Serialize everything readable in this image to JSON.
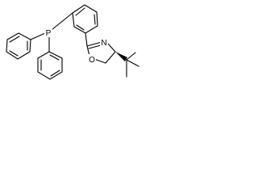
{
  "molecule": {
    "atoms": {
      "phosphorus": "P",
      "nitrogen": "N",
      "oxygen": "O"
    },
    "colors": {
      "background": "#ffffff",
      "bond": "#000000",
      "label": "#000000"
    }
  }
}
